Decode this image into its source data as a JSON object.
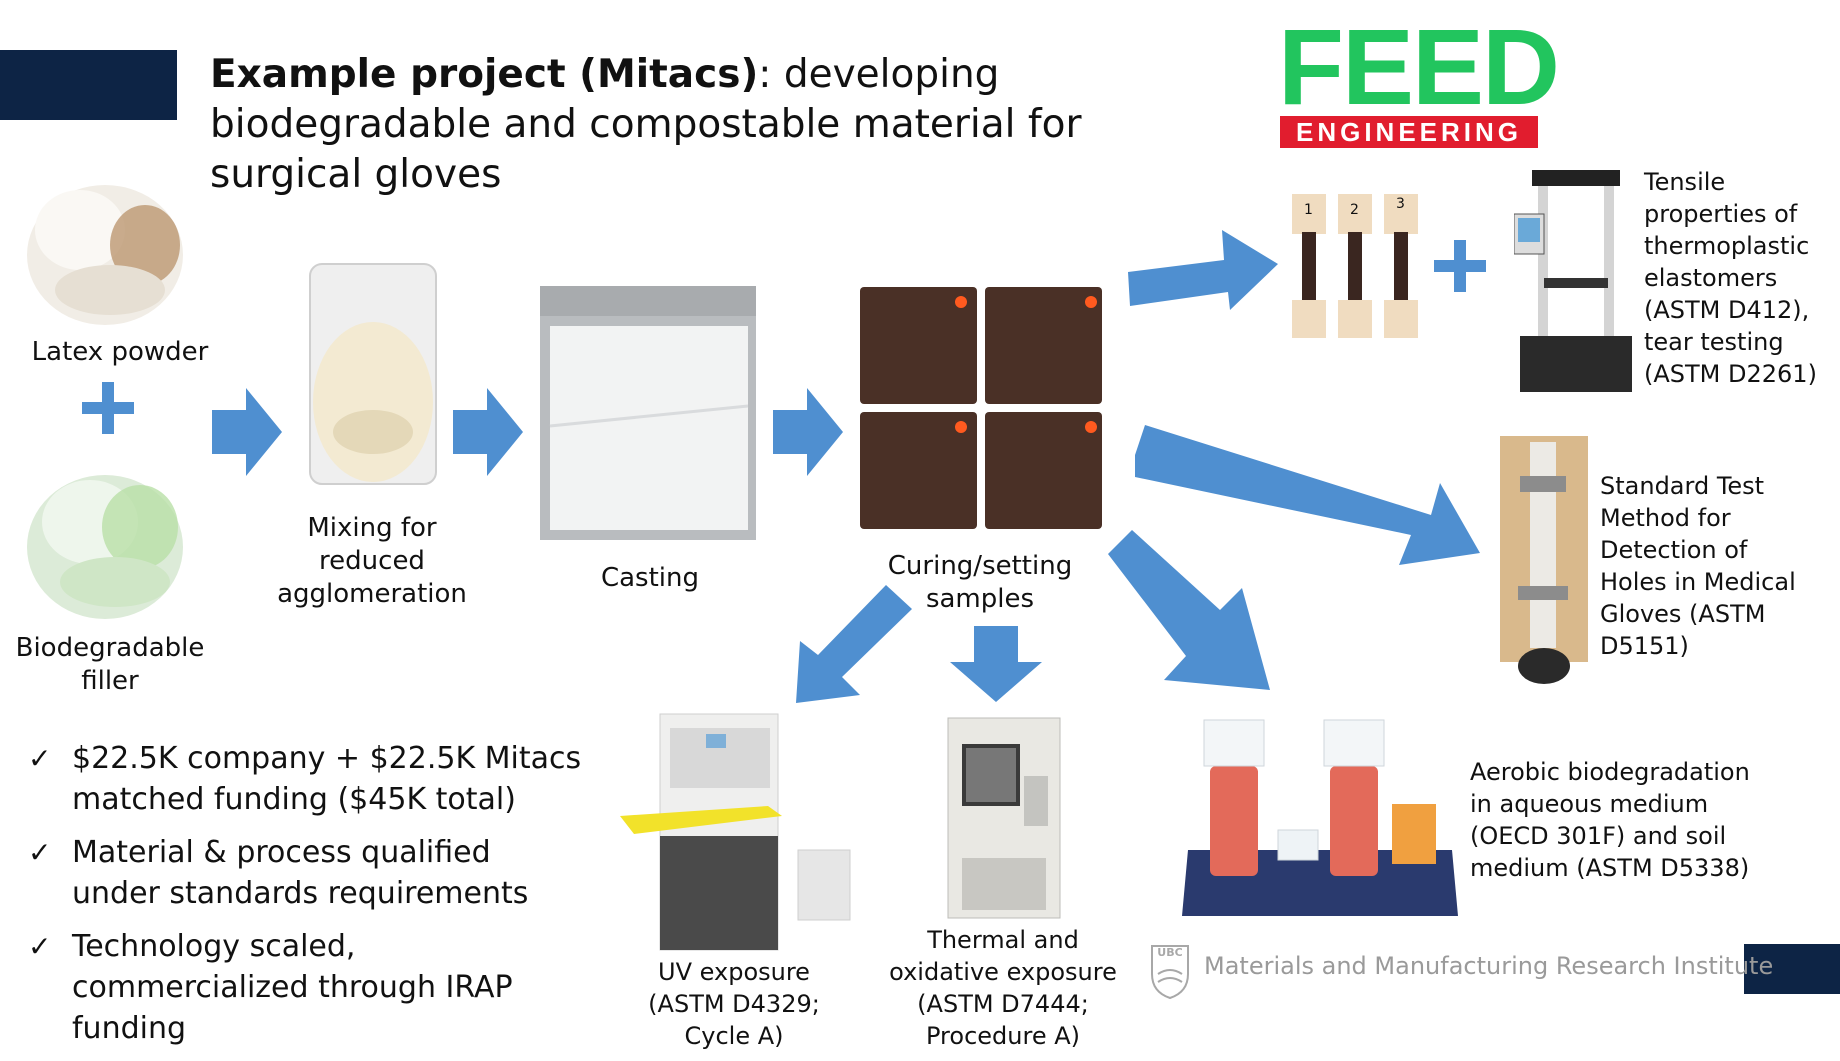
{
  "title": {
    "bold": "Example project (Mitacs)",
    "rest": ": developing biodegradable and compostable material for surgical gloves"
  },
  "logo": {
    "name": "FEED",
    "sub": "ENGINEERING",
    "green": "#22c55e",
    "red": "#e11d2e"
  },
  "colors": {
    "arrow": "#4f8fd0",
    "navy": "#0d2445"
  },
  "steps": {
    "latex": "Latex powder",
    "filler": "Biodegradable filler",
    "mixing": "Mixing for reduced agglomeration",
    "casting": "Casting",
    "curing": "Curing/setting samples"
  },
  "tests": {
    "tensile": "Tensile properties of thermoplastic elastomers (ASTM D412), tear testing (ASTM D2261)",
    "holes": "Standard Test Method for Detection of Holes in Medical Gloves (ASTM D5151)",
    "aerobic": "Aerobic biodegradation in aqueous medium (OECD 301F) and soil medium (ASTM D5338)",
    "uv": "UV exposure (ASTM D4329; Cycle A)",
    "thermal": "Thermal and oxidative exposure (ASTM D7444; Procedure A)"
  },
  "specimen_numbers": [
    "1",
    "2",
    "3"
  ],
  "bullets": [
    "$22.5K company + $22.5K Mitacs matched funding ($45K total)",
    "Material & process qualified under standards requirements",
    "Technology scaled, commercialized through IRAP funding"
  ],
  "footer": {
    "institute": "Materials and Manufacturing Research Institute",
    "ubc": "UBC"
  }
}
